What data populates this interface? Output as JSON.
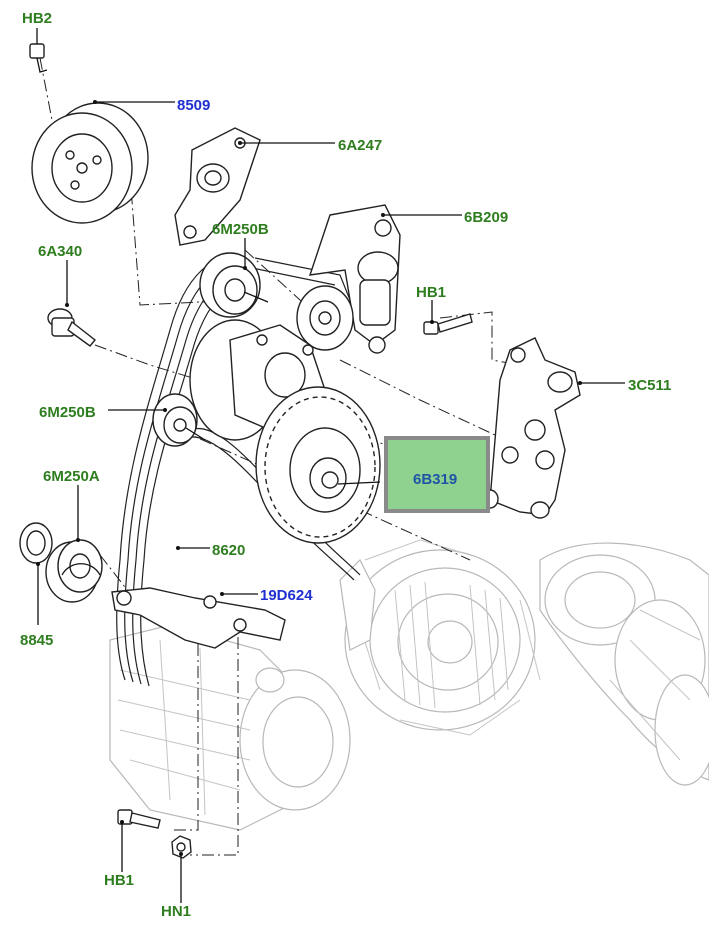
{
  "diagram": {
    "callouts": [
      {
        "id": "hb2",
        "text": "HB2",
        "color": "green"
      },
      {
        "id": "p8509",
        "text": "8509",
        "color": "blue"
      },
      {
        "id": "p6a247",
        "text": "6A247",
        "color": "green"
      },
      {
        "id": "p6b209",
        "text": "6B209",
        "color": "green"
      },
      {
        "id": "p6m250b_top",
        "text": "6M250B",
        "color": "green"
      },
      {
        "id": "p6a340",
        "text": "6A340",
        "color": "green"
      },
      {
        "id": "hb1_top",
        "text": "HB1",
        "color": "green"
      },
      {
        "id": "p3c511",
        "text": "3C511",
        "color": "green"
      },
      {
        "id": "p6m250b_mid",
        "text": "6M250B",
        "color": "green"
      },
      {
        "id": "p6b319",
        "text": "6B319",
        "color": "blue",
        "selected": true
      },
      {
        "id": "p6m250a",
        "text": "6M250A",
        "color": "green"
      },
      {
        "id": "p8620",
        "text": "8620",
        "color": "green"
      },
      {
        "id": "p19d624",
        "text": "19D624",
        "color": "blue"
      },
      {
        "id": "p8845",
        "text": "8845",
        "color": "green"
      },
      {
        "id": "hb1_bottom",
        "text": "HB1",
        "color": "green"
      },
      {
        "id": "hn1",
        "text": "HN1",
        "color": "green"
      }
    ],
    "colors": {
      "callout_green": "#2e7d1f",
      "callout_blue": "#1f2fd0",
      "selected_fill": "#8fd18f",
      "selected_border": "#8a8a8a",
      "selected_text": "#1f55a8"
    }
  }
}
